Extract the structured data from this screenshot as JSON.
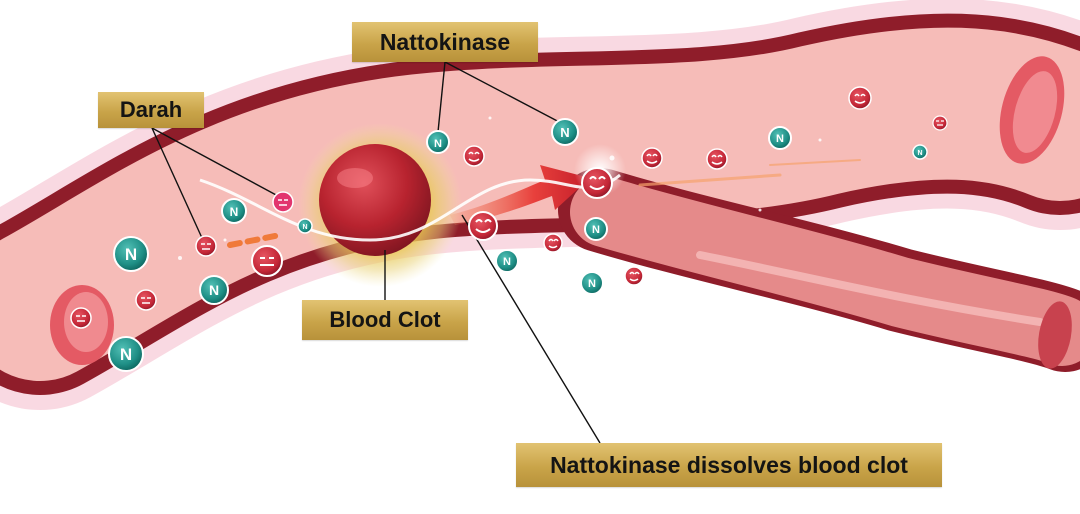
{
  "labels": {
    "nattokinase": "Nattokinase",
    "darah": "Darah",
    "blood_clot": "Blood Clot",
    "dissolves": "Nattokinase dissolves blood clot"
  },
  "enzyme_letter": "N",
  "colors": {
    "vessel_wall": "#8f1d2a",
    "vessel_inner": "#f6bcb8",
    "clot": "#b8232f",
    "enzyme": "#1f8f86",
    "blood_cell": "#c42737",
    "label_gold": "#c9a449"
  },
  "icons": {
    "enzyme": "nattokinase-molecule-icon",
    "blood_cell": "blood-cell-face-icon"
  }
}
